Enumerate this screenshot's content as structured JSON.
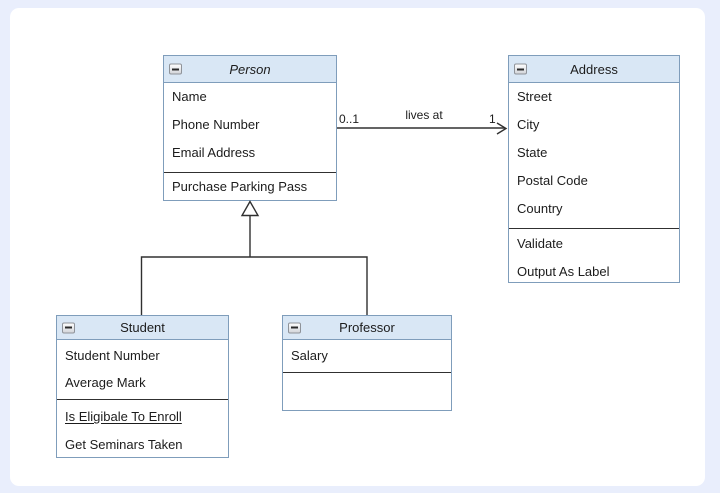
{
  "classes": {
    "person": {
      "title": "Person",
      "attributes": [
        "Name",
        "Phone Number",
        "Email Address"
      ],
      "methods": [
        "Purchase Parking Pass"
      ]
    },
    "address": {
      "title": "Address",
      "attributes": [
        "Street",
        "City",
        "State",
        "Postal Code",
        "Country"
      ],
      "methods": [
        "Validate",
        "Output As Label"
      ]
    },
    "student": {
      "title": "Student",
      "attributes": [
        "Student Number",
        "Average Mark"
      ],
      "methods": [
        "Is Eligibale To Enroll",
        "Get Seminars Taken"
      ]
    },
    "professor": {
      "title": "Professor",
      "attributes": [
        "Salary"
      ],
      "methods": []
    }
  },
  "association": {
    "label": "lives at",
    "source_multiplicity": "0..1",
    "target_multiplicity": "1"
  },
  "icons": {
    "collapse": "minus-icon"
  },
  "colors": {
    "frame": "#e9eefc",
    "header_fill": "#d9e7f5",
    "box_border": "#7f9dbb",
    "line": "#303030",
    "text": "#1c1c1c"
  }
}
